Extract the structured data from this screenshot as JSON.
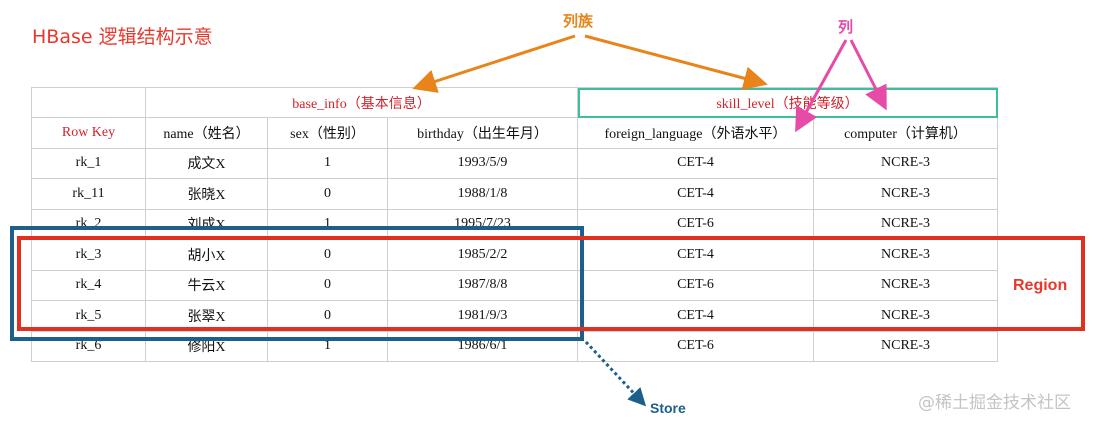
{
  "title": "HBase 逻辑结构示意",
  "labels": {
    "column_family": "列族",
    "column": "列",
    "region": "Region",
    "store": "Store",
    "watermark": "@稀土掘金技术社区"
  },
  "colors": {
    "title": "#e8372b",
    "column_family_arrow": "#e8841b",
    "column_arrow": "#e64ca7",
    "region_box": "#e1301f",
    "store_box": "#1d5f8a",
    "skill_level_box": "#3bbf9e"
  },
  "table": {
    "groups": {
      "base_info": "base_info（基本信息）",
      "skill_level": "skill_level（技能等级）"
    },
    "headers": [
      "Row Key",
      "name（姓名）",
      "sex（性别）",
      "birthday（出生年月）",
      "foreign_language（外语水平）",
      "computer（计算机）"
    ],
    "rows": [
      [
        "rk_1",
        "成文X",
        "1",
        "1993/5/9",
        "CET-4",
        "NCRE-3"
      ],
      [
        "rk_11",
        "张晓X",
        "0",
        "1988/1/8",
        "CET-4",
        "NCRE-3"
      ],
      [
        "rk_2",
        "刘成X",
        "1",
        "1995/7/23",
        "CET-6",
        "NCRE-3"
      ],
      [
        "rk_3",
        "胡小X",
        "0",
        "1985/2/2",
        "CET-4",
        "NCRE-3"
      ],
      [
        "rk_4",
        "牛云X",
        "0",
        "1987/8/8",
        "CET-6",
        "NCRE-3"
      ],
      [
        "rk_5",
        "张翠X",
        "0",
        "1981/9/3",
        "CET-4",
        "NCRE-3"
      ],
      [
        "rk_6",
        "修阳X",
        "1",
        "1986/6/1",
        "CET-6",
        "NCRE-3"
      ]
    ]
  }
}
